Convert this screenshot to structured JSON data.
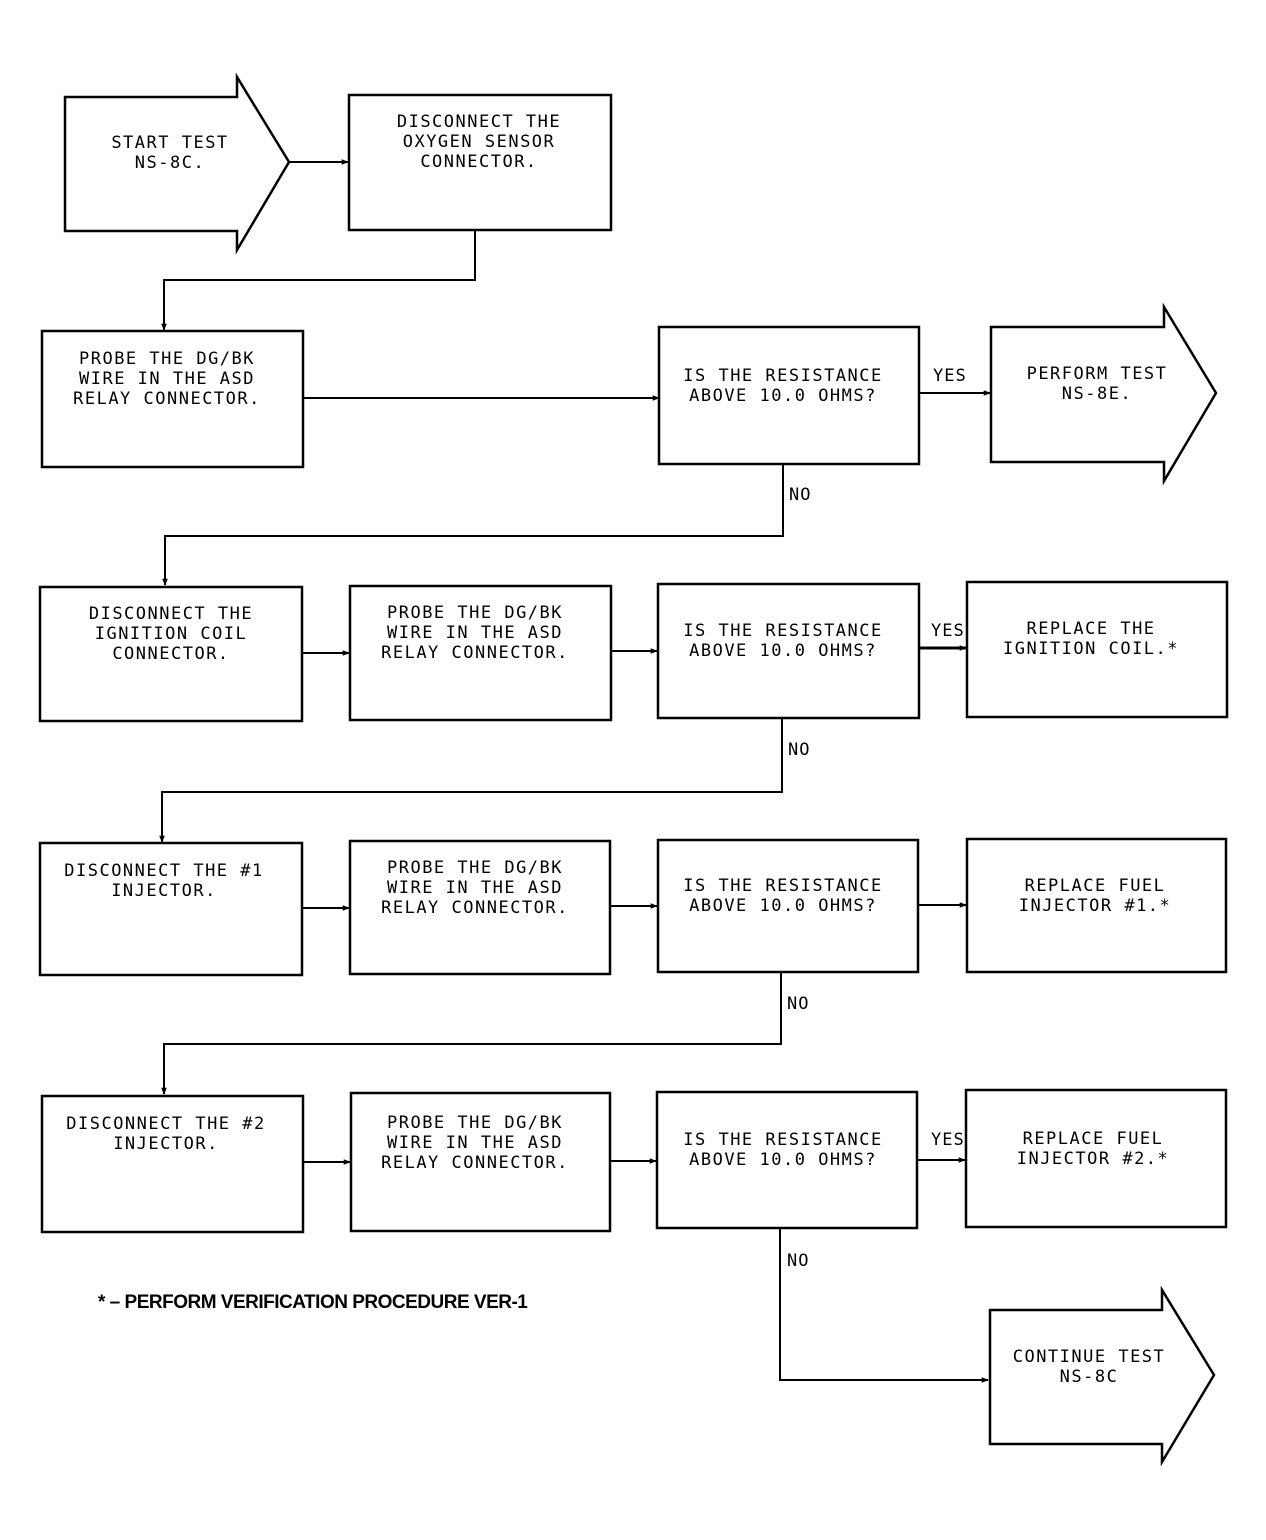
{
  "colors": {
    "ink": "#000000",
    "paper": "#ffffff"
  },
  "nodes": {
    "start": {
      "lines": [
        "START TEST",
        "NS-8C."
      ]
    },
    "disc_o2": {
      "lines": [
        "DISCONNECT THE",
        "OXYGEN SENSOR",
        "CONNECTOR."
      ]
    },
    "probe1": {
      "lines": [
        "PROBE THE DG/BK",
        "WIRE IN THE ASD",
        "RELAY CONNECTOR."
      ]
    },
    "q1": {
      "lines": [
        "IS THE RESISTANCE",
        "ABOVE 10.0 OHMS?"
      ]
    },
    "perform": {
      "lines": [
        "PERFORM TEST",
        "NS-8E."
      ]
    },
    "disc_coil": {
      "lines": [
        "DISCONNECT THE",
        "IGNITION COIL",
        "CONNECTOR."
      ]
    },
    "probe2": {
      "lines": [
        "PROBE THE DG/BK",
        "WIRE IN THE ASD",
        "RELAY CONNECTOR."
      ]
    },
    "q2": {
      "lines": [
        "IS THE RESISTANCE",
        "ABOVE 10.0 OHMS?"
      ]
    },
    "repl_coil": {
      "lines": [
        "REPLACE THE",
        "IGNITION COIL.*"
      ]
    },
    "disc_inj1": {
      "lines": [
        "DISCONNECT THE #1",
        "INJECTOR."
      ]
    },
    "probe3": {
      "lines": [
        "PROBE THE DG/BK",
        "WIRE IN THE ASD",
        "RELAY CONNECTOR."
      ]
    },
    "q3": {
      "lines": [
        "IS THE RESISTANCE",
        "ABOVE 10.0 OHMS?"
      ]
    },
    "repl_inj1": {
      "lines": [
        "REPLACE FUEL",
        "INJECTOR #1.*"
      ]
    },
    "disc_inj2": {
      "lines": [
        "DISCONNECT THE #2",
        "INJECTOR."
      ]
    },
    "probe4": {
      "lines": [
        "PROBE THE DG/BK",
        "WIRE IN THE ASD",
        "RELAY CONNECTOR."
      ]
    },
    "q4": {
      "lines": [
        "IS THE RESISTANCE",
        "ABOVE 10.0 OHMS?"
      ]
    },
    "repl_inj2": {
      "lines": [
        "REPLACE FUEL",
        "INJECTOR #2.*"
      ]
    },
    "continue": {
      "lines": [
        "CONTINUE TEST",
        "NS-8C"
      ]
    }
  },
  "edge_labels": {
    "q1_yes": "YES",
    "q1_no": "NO",
    "q2_yes": "YES",
    "q2_no": "NO",
    "q3_no": "NO",
    "q4_yes": "YES",
    "q4_no": "NO"
  },
  "footnote": "* – PERFORM VERIFICATION PROCEDURE VER-1"
}
